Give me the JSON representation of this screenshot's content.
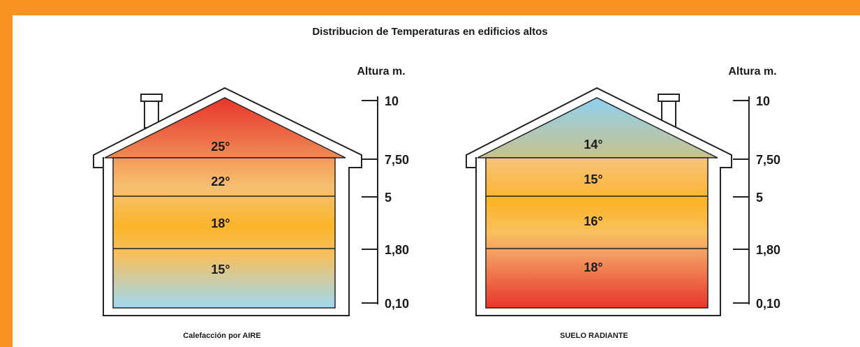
{
  "title": "Distribucion de Temperaturas en edificios altos",
  "colors": {
    "background_border": "#f7931e",
    "hot_red": "#e8352b",
    "warm_orange": "#f0a050",
    "amber": "#fbb52a",
    "cool_blue": "#9ed8f2"
  },
  "houses": [
    {
      "caption": "Calefacción por AIRE",
      "axis_title": "Altura m.",
      "zones": [
        {
          "label": "25°"
        },
        {
          "label": "22°"
        },
        {
          "label": "18°"
        },
        {
          "label": "15°"
        }
      ]
    },
    {
      "caption": "SUELO RADIANTE",
      "axis_title": "Altura m.",
      "zones": [
        {
          "label": "14°"
        },
        {
          "label": "15°"
        },
        {
          "label": "16°"
        },
        {
          "label": "18°"
        }
      ]
    }
  ],
  "height_ticks": [
    "10",
    "7,50",
    "5",
    "1,80",
    "0,10"
  ]
}
